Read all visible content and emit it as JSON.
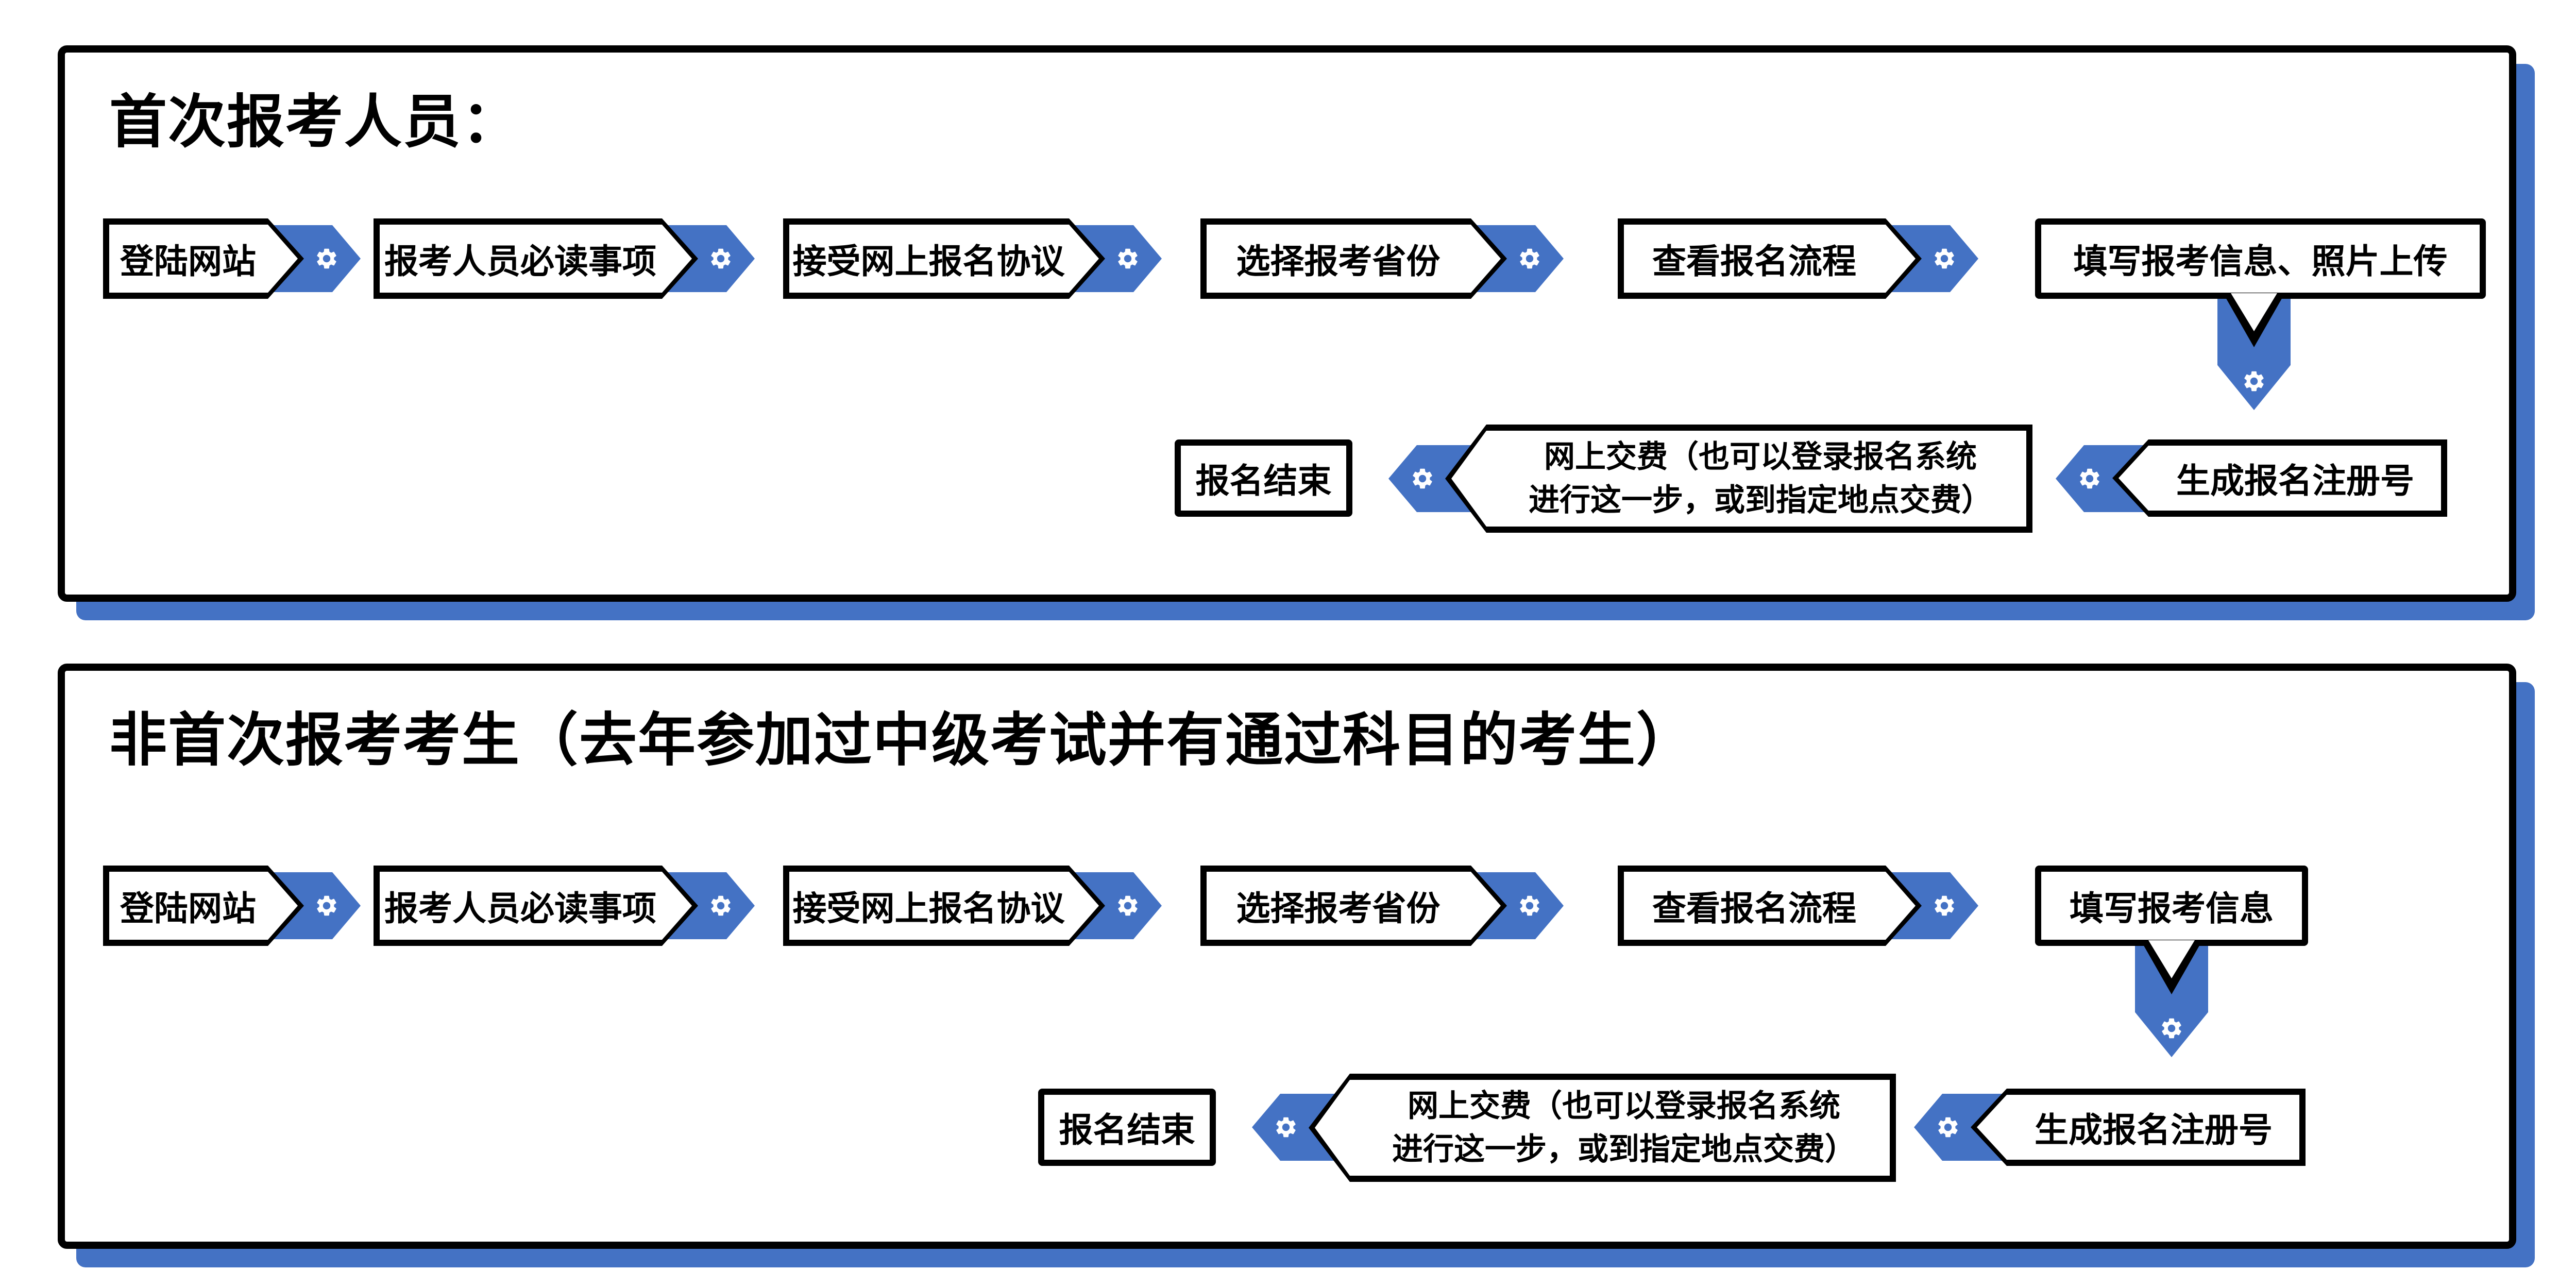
{
  "colors": {
    "accent_blue": "#4472C4",
    "ink_black": "#000000",
    "paper_white": "#ffffff"
  },
  "icons": {
    "gear": "⚙"
  },
  "panels": [
    {
      "title": "首次报考人员：",
      "steps_row1": [
        "登陆网站",
        "报考人员必读事项",
        "接受网上报名协议",
        "选择报考省份",
        "查看报名流程",
        "填写报考信息、照片上传"
      ],
      "steps_row2": {
        "finish": "报名结束",
        "pay_line1": "网上交费（也可以登录报名系统",
        "pay_line2": "进行这一步，或到指定地点交费）",
        "reg_number": "生成报名注册号"
      }
    },
    {
      "title": "非首次报考考生（去年参加过中级考试并有通过科目的考生）",
      "steps_row1": [
        "登陆网站",
        "报考人员必读事项",
        "接受网上报名协议",
        "选择报考省份",
        "查看报名流程",
        "填写报考信息"
      ],
      "steps_row2": {
        "finish": "报名结束",
        "pay_line1": "网上交费（也可以登录报名系统",
        "pay_line2": "进行这一步，或到指定地点交费）",
        "reg_number": "生成报名注册号"
      }
    }
  ]
}
